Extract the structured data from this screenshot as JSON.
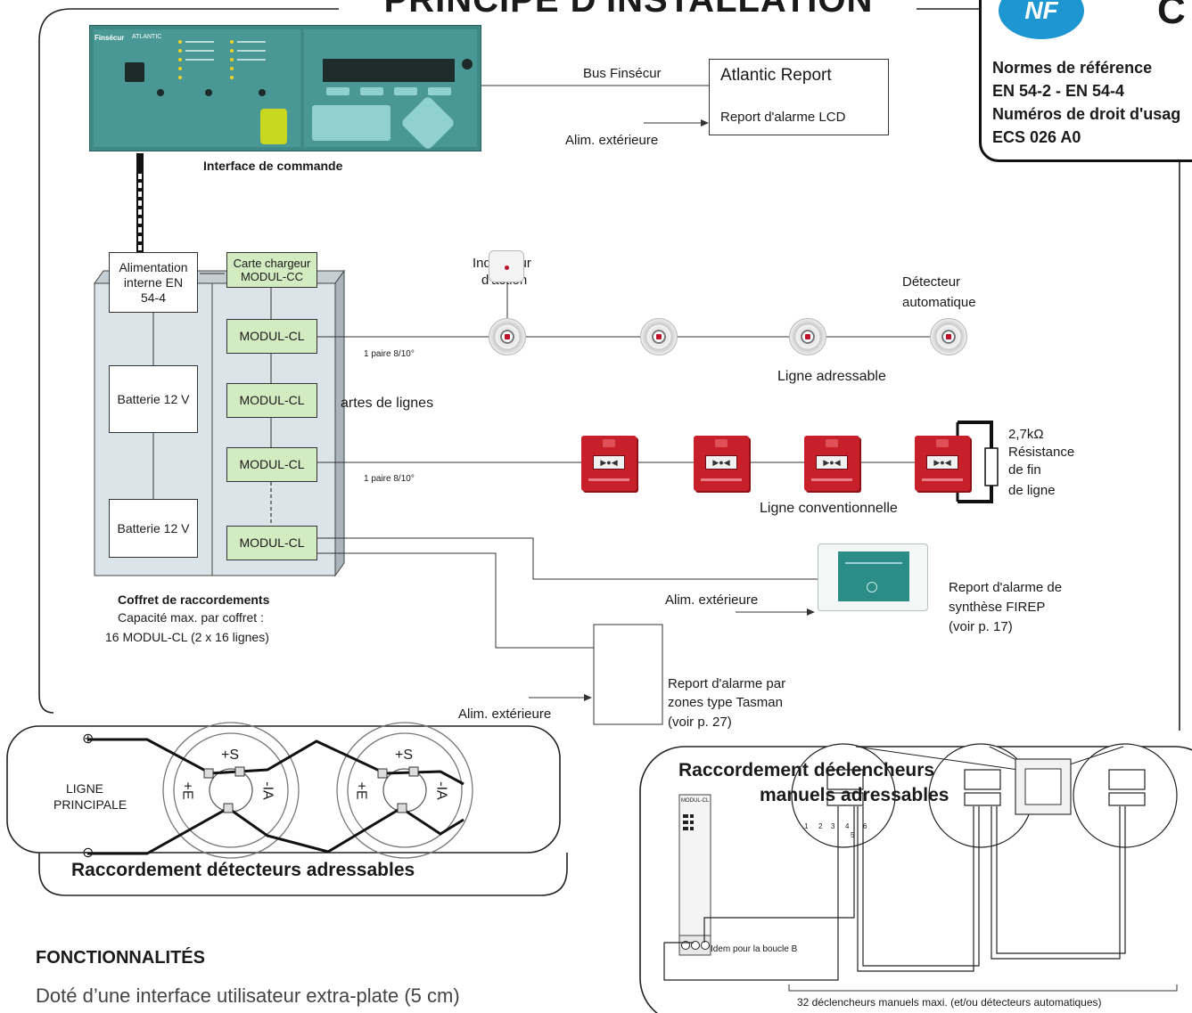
{
  "header": {
    "title": "PRINCIPE D'INSTALLATION"
  },
  "standards": {
    "line1": "Normes de référence",
    "line2": "EN 54-2 - EN 54-4",
    "line3": "Numéros de droit d'usag",
    "line4": "ECS 026 A0",
    "logo": "NF",
    "logo_right": "C"
  },
  "panel": {
    "brand": "Finsécur",
    "brand2": "ATLANTIC",
    "caption": "Interface de commande"
  },
  "atlantic_report": {
    "bus_label": "Bus Finsécur",
    "title": "Atlantic Report",
    "subtitle": "Report d'alarme LCD",
    "alim": "Alim. extérieure"
  },
  "cabinet": {
    "power": "Alimentation interne EN 54-4",
    "battery1": "Batterie 12 V",
    "battery2": "Batterie 12 V",
    "charger": "Carte chargeur MODUL-CC",
    "modules": [
      "MODUL-CL",
      "MODUL-CL",
      "MODUL-CL",
      "MODUL-CL"
    ],
    "line_cards": "artes de lignes",
    "caption_title": "Coffret de raccordements",
    "caption_line1": "Capacité max. par coffret :",
    "caption_line2": "16 MODUL-CL (2 x 16 lignes)"
  },
  "addressable": {
    "cable": "1 paire 8/10°",
    "indicator_line1": "Indicateur",
    "indicator_line2": "d'action",
    "detector_line1": "Détecteur",
    "detector_line2": "automatique",
    "line_label": "Ligne adressable"
  },
  "conventional": {
    "cable": "1 paire 8/10°",
    "resistor_value": "2,7kΩ",
    "resistor_line1": "Résistance",
    "resistor_line2": "de fin",
    "resistor_line3": "de ligne",
    "line_label": "Ligne conventionnelle"
  },
  "firep": {
    "alim": "Alim. extérieure",
    "line1": "Report d'alarme de",
    "line2": "synthèse FIREP",
    "line3": "(voir p. 17)"
  },
  "tasman": {
    "alim": "Alim. extérieure",
    "line1": "Report d'alarme par",
    "line2": "zones type Tasman",
    "line3": "(voir p. 27)"
  },
  "detector_wiring": {
    "ligne1": "LIGNE",
    "ligne2": "PRINCIPALE",
    "plus": "⊕",
    "minus": "⊖",
    "s_label": "+S",
    "e_label": "+E",
    "a_label": "-IA",
    "caption": "Raccordement détecteurs adressables"
  },
  "callpoint_wiring": {
    "title_line1": "Raccordement déclencheurs",
    "title_line2": "manuels adressables",
    "module_label": "MODUL-CL",
    "idem": "Idem pour la boucle B",
    "footer": "32 déclencheurs manuels maxi. (et/ou détecteurs automatiques)",
    "terminals": [
      "1",
      "2",
      "3",
      "4",
      "5",
      "6"
    ]
  },
  "features": {
    "title": "FONCTIONNALITÉS",
    "text": "Doté d’une interface utilisateur extra-plate (5 cm)"
  }
}
